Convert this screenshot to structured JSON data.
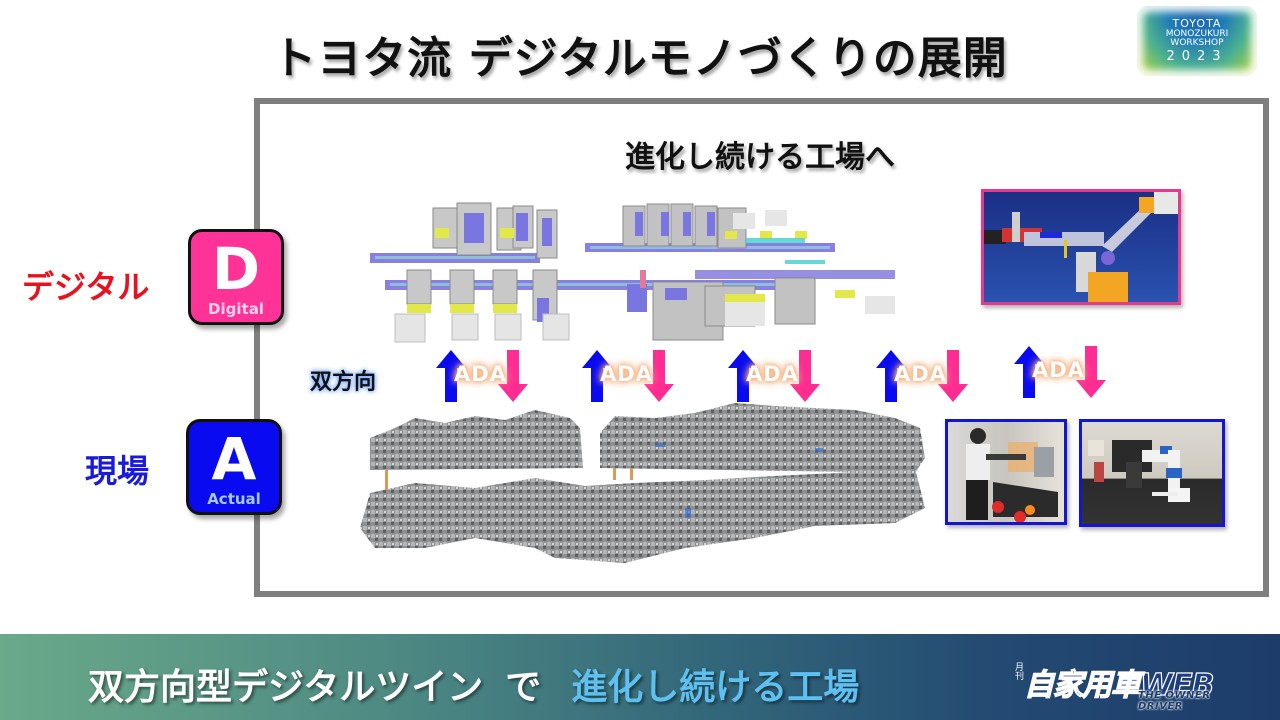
{
  "slide": {
    "title": "トヨタ流 デジタルモノづくりの展開",
    "subtitle": "進化し続ける工場へ"
  },
  "logo": {
    "line1": "TOYOTA",
    "line2": "MONOZUKURI",
    "line3": "WORKSHOP",
    "line4": "2023"
  },
  "labels": {
    "digital_jp": "デジタル",
    "actual_jp": "現場",
    "bidirectional": "双方向"
  },
  "badges": {
    "digital": {
      "letter": "D",
      "caption": "Digital",
      "color": "#ff3397"
    },
    "actual": {
      "letter": "A",
      "caption": "Actual",
      "color": "#0a0af0"
    }
  },
  "ada_links": [
    {
      "label": "ADA",
      "up_color": "#0a0af0",
      "down_color": "#ff2d92"
    },
    {
      "label": "ADA",
      "up_color": "#0a0af0",
      "down_color": "#ff2d92"
    },
    {
      "label": "ADA",
      "up_color": "#0a0af0",
      "down_color": "#ff2d92"
    },
    {
      "label": "ADA",
      "up_color": "#0a0af0",
      "down_color": "#ff2d92"
    },
    {
      "label": "ADA",
      "up_color": "#0a0af0",
      "down_color": "#ff2d92"
    }
  ],
  "images": {
    "digital_plant": "digital factory line 3D model",
    "actual_plant": "3D scanned actual factory line",
    "robot_cad": "robot CAD simulation",
    "worker_photo": "worker at machine",
    "cobot_photo": "collaborative robot at machine"
  },
  "bottom_banner": {
    "part1": "双方向型デジタルツイン",
    "part2": "で",
    "part3": "進化し続ける工場"
  },
  "watermark": {
    "main": "自家用車WEB",
    "small": "月刊",
    "sub": "THE OWNER DRIVER"
  },
  "colors": {
    "frame": "#7f7f7f",
    "digital_red": "#e8121f",
    "actual_blue": "#1a1adb",
    "banner_highlight": "#5ec0f0"
  }
}
